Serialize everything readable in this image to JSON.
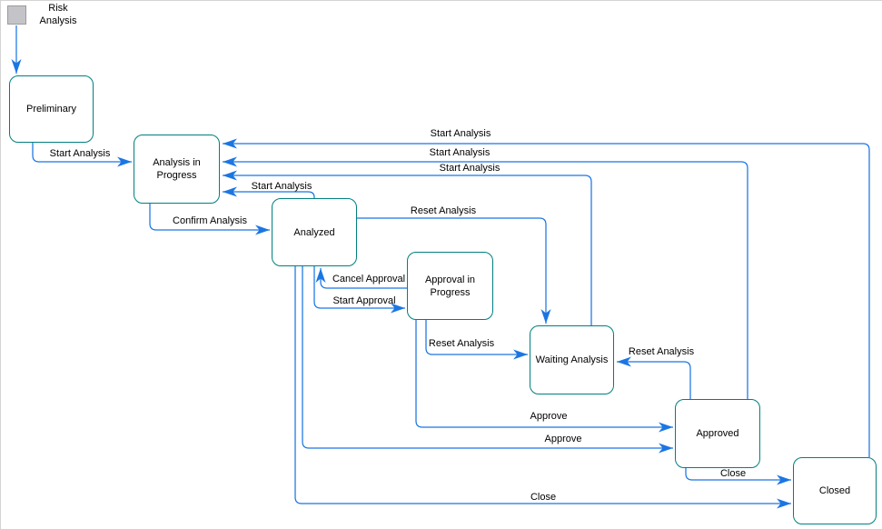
{
  "theme": {
    "bg": "#ffffff",
    "frame": "#d4d4d4",
    "edge": "#1b76e3",
    "node-border": "#007f80",
    "node-fill": "#ffffff",
    "trigger-fill": "#c4c4c8",
    "trigger-border": "#9a9aa0",
    "text": "#000000"
  },
  "trigger": {
    "label": "Risk Analysis"
  },
  "states": [
    {
      "id": "preliminary",
      "label": "Preliminary"
    },
    {
      "id": "analysis-in-progress",
      "label": "Analysis in Progress"
    },
    {
      "id": "analyzed",
      "label": "Analyzed"
    },
    {
      "id": "approval-in-progress",
      "label": "Approval in Progress"
    },
    {
      "id": "waiting-analysis",
      "label": "Waiting Analysis"
    },
    {
      "id": "approved",
      "label": "Approved"
    },
    {
      "id": "closed",
      "label": "Closed"
    }
  ],
  "transitions": [
    {
      "from": "preliminary",
      "to": "analysis-in-progress",
      "label": "Start Analysis"
    },
    {
      "from": "analysis-in-progress",
      "to": "analyzed",
      "label": "Confirm Analysis"
    },
    {
      "from": "analyzed",
      "to": "analysis-in-progress",
      "label": "Start Analysis"
    },
    {
      "from": "waiting-analysis",
      "to": "analysis-in-progress",
      "label": "Start Analysis"
    },
    {
      "from": "approved",
      "to": "analysis-in-progress",
      "label": "Start Analysis"
    },
    {
      "from": "closed",
      "to": "analysis-in-progress",
      "label": "Start Analysis"
    },
    {
      "from": "analyzed",
      "to": "waiting-analysis",
      "label": "Reset Analysis"
    },
    {
      "from": "approval-in-progress",
      "to": "analyzed",
      "label": "Cancel Approval"
    },
    {
      "from": "analyzed",
      "to": "approval-in-progress",
      "label": "Start Approval"
    },
    {
      "from": "approval-in-progress",
      "to": "waiting-analysis",
      "label": "Reset Analysis"
    },
    {
      "from": "approved",
      "to": "waiting-analysis",
      "label": "Reset Analysis"
    },
    {
      "from": "approval-in-progress",
      "to": "approved",
      "label": "Approve"
    },
    {
      "from": "analyzed",
      "to": "approved",
      "label": "Approve"
    },
    {
      "from": "approved",
      "to": "closed",
      "label": "Close"
    },
    {
      "from": "analyzed",
      "to": "closed",
      "label": "Close"
    }
  ]
}
